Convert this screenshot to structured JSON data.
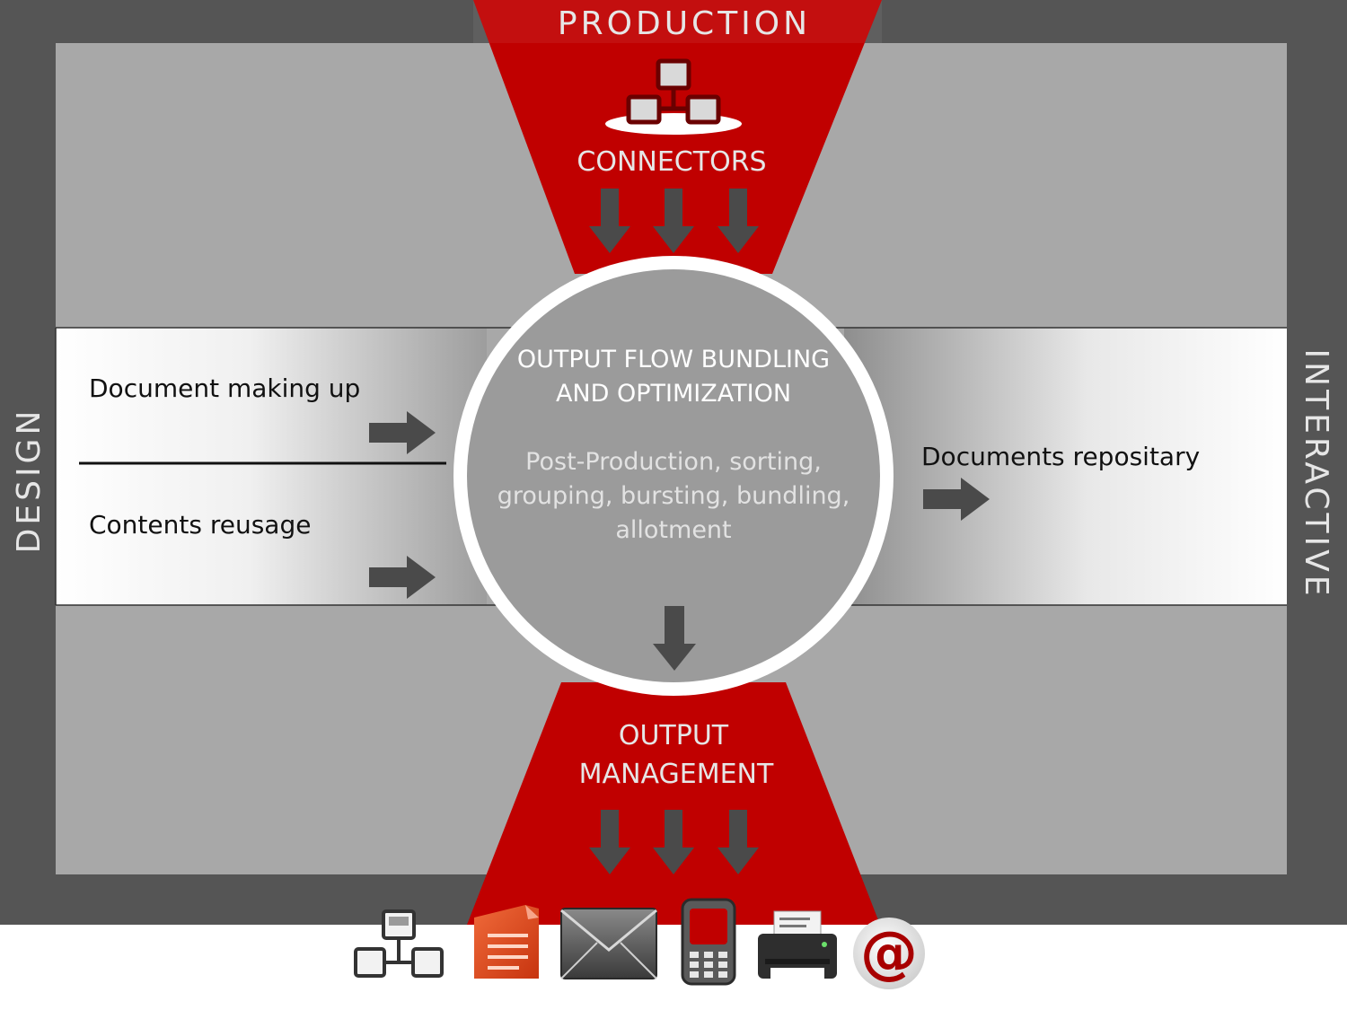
{
  "sides": {
    "top": "PRODUCTION",
    "left": "DESIGN",
    "right": "INTERACTIVE"
  },
  "connectors_label": "CONNECTORS",
  "left_items": {
    "first": "Document making up",
    "second": "Contents reusage"
  },
  "right_item": "Documents repositary",
  "center": {
    "title_line1": "OUTPUT FLOW BUNDLING",
    "title_line2": "AND OPTIMIZATION",
    "desc_line1": "Post-Production, sorting,",
    "desc_line2": "grouping, bursting, bundling,",
    "desc_line3": "allotment"
  },
  "output": {
    "line1": "OUTPUT",
    "line2": "MANAGEMENT"
  },
  "channel_icons": [
    "network-icon",
    "document-icon",
    "envelope-icon",
    "mobile-phone-icon",
    "printer-icon",
    "at-sign-icon"
  ],
  "at_symbol": "@",
  "colors": {
    "frame": "#555555",
    "panel": "#a8a8a8",
    "accent_red": "#c00000",
    "circle_fill": "#9b9b9b",
    "arrow": "#4a4a4a",
    "doc_orange": "#e0461c"
  }
}
